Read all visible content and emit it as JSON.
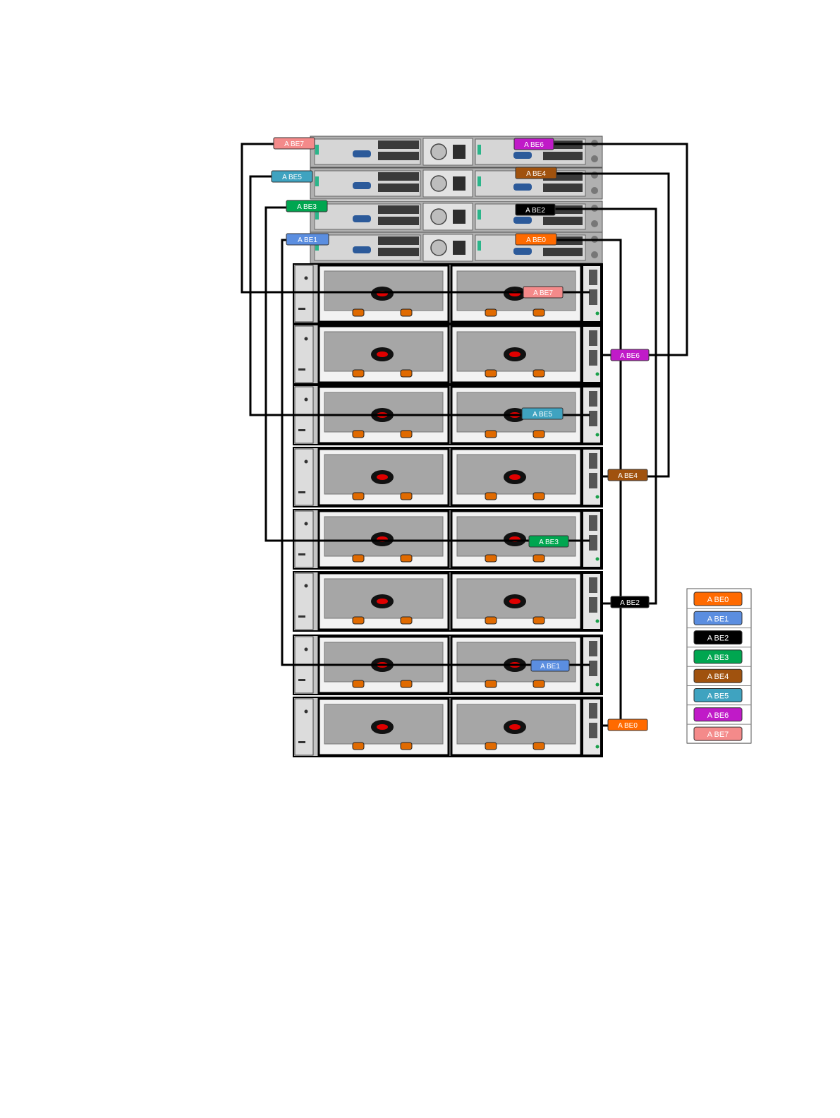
{
  "colors": {
    "cable": "#000000",
    "chassis": "#c4c4c4",
    "chassis_dark": "#8a8a8a",
    "tray": "#a6a6a6",
    "handle": "#e00000",
    "power": "#e06a00",
    "server": "#b0b0b0"
  },
  "labels": {
    "BE0": {
      "text": "A BE0",
      "color": "#ff6a00"
    },
    "BE1": {
      "text": "A BE1",
      "color": "#5b8ee0"
    },
    "BE2": {
      "text": "A BE2",
      "color": "#000000"
    },
    "BE3": {
      "text": "A BE3",
      "color": "#00a650"
    },
    "BE4": {
      "text": "A BE4",
      "color": "#a0520e"
    },
    "BE5": {
      "text": "A BE5",
      "color": "#3fa3c0"
    },
    "BE6": {
      "text": "A BE6",
      "color": "#c01ac8"
    },
    "BE7": {
      "text": "A BE7",
      "color": "#f48a8a"
    }
  },
  "legend": [
    {
      "text": "A BE0",
      "color": "#ff6a00"
    },
    {
      "text": "A BE1",
      "color": "#5b8ee0"
    },
    {
      "text": "A BE2",
      "color": "#000000"
    },
    {
      "text": "A BE3",
      "color": "#00a650"
    },
    {
      "text": "A BE4",
      "color": "#a0520e"
    },
    {
      "text": "A BE5",
      "color": "#3fa3c0"
    },
    {
      "text": "A BE6",
      "color": "#c01ac8"
    },
    {
      "text": "A BE7",
      "color": "#f48a8a"
    }
  ]
}
